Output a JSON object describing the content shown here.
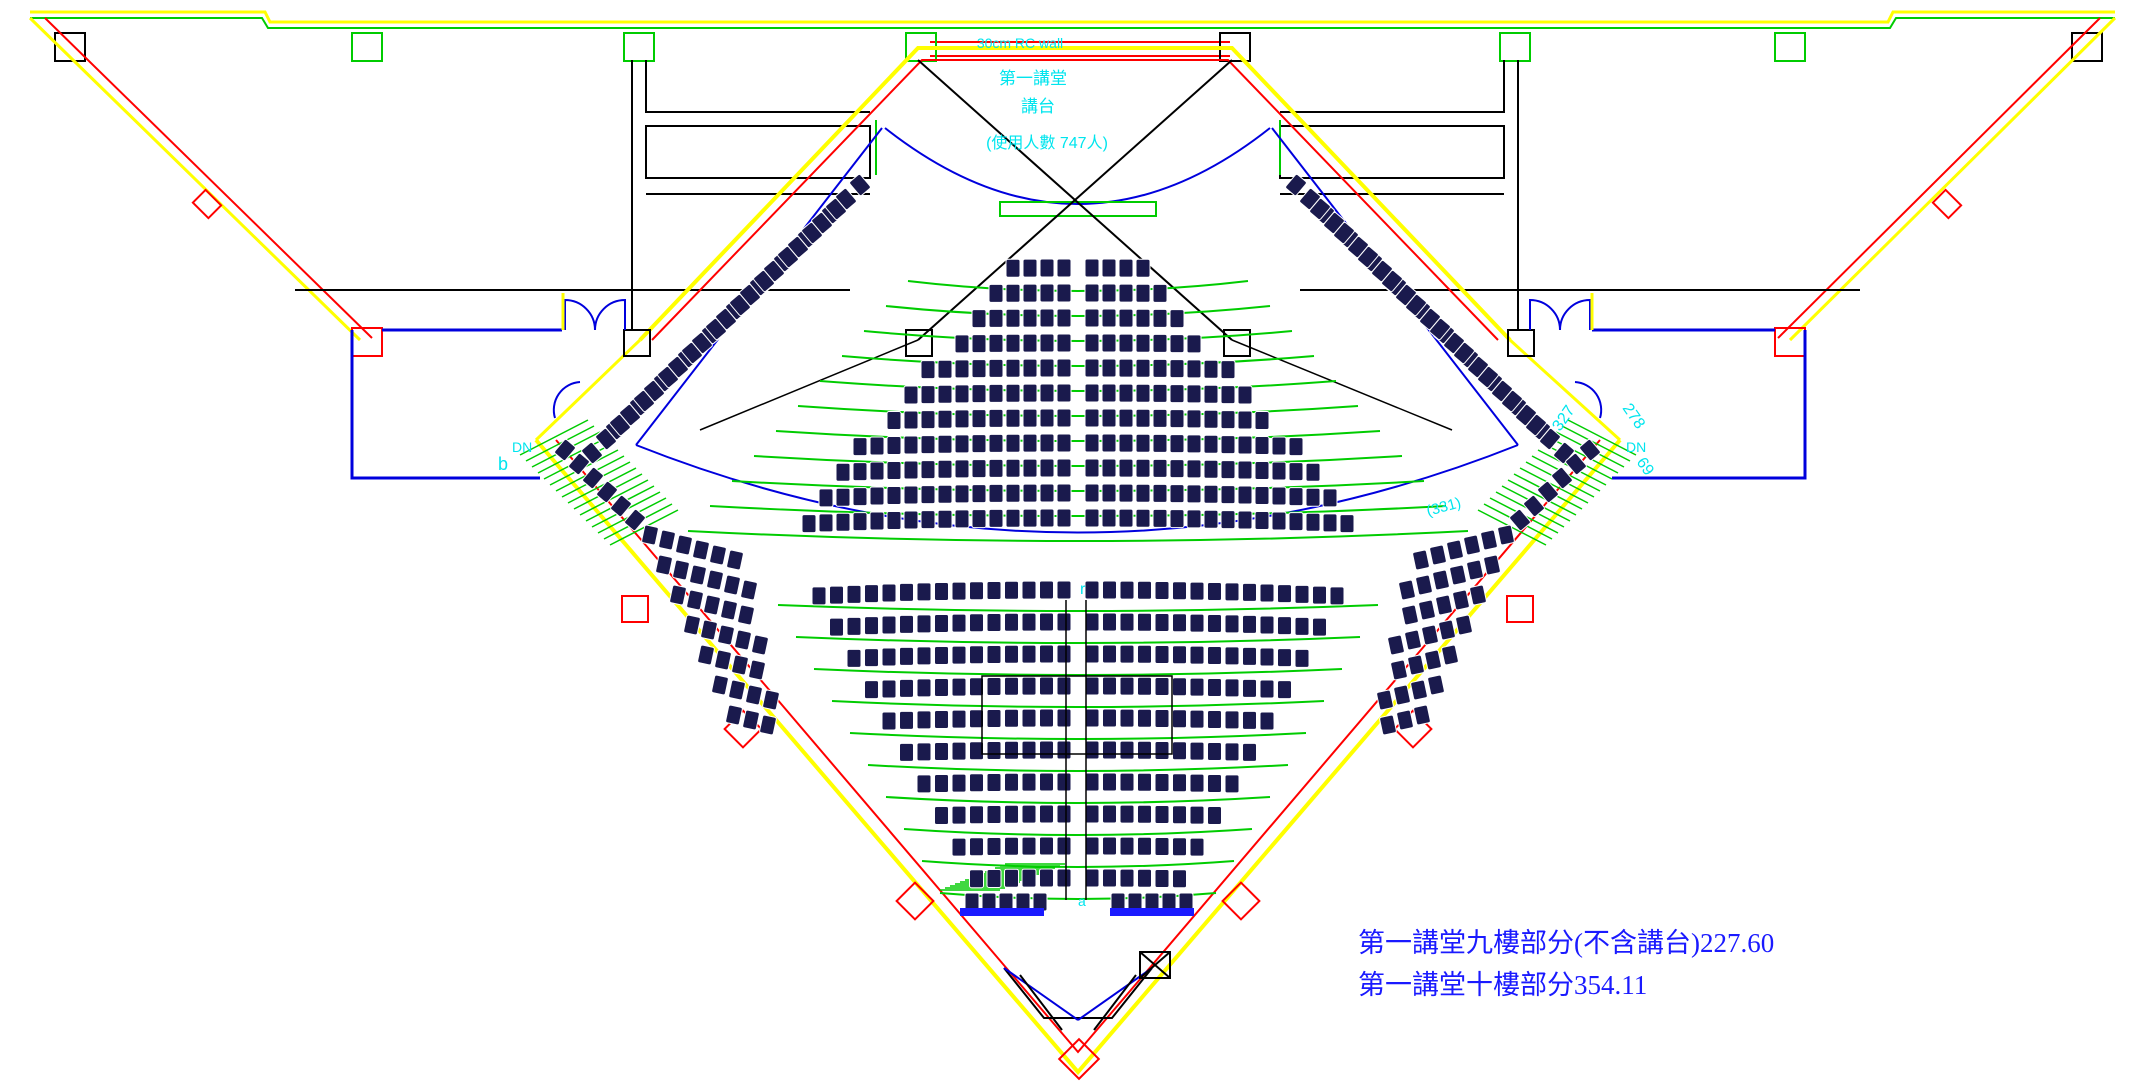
{
  "labels": {
    "wall_note": "30cm RC wall",
    "hall_name": "第一講堂",
    "stage": "講台",
    "capacity": "(使用人數 747人)",
    "dim_327": "327",
    "dim_278": "278",
    "dim_69": "69",
    "dim_331": "(331)",
    "dn_left": "DN",
    "dn_right": "DN",
    "mark_b": "b",
    "mark_r": "r",
    "mark_a": "a"
  },
  "notes": {
    "area_9f": "第一講堂九樓部分(不含講台)227.60",
    "area_10f": "第一講堂十樓部分354.11"
  },
  "colors": {
    "seat": "#1a1a4d",
    "tier_line": "#00cc00",
    "wall_yellow": "#ffff00",
    "wall_red": "#ff0000",
    "wall_blue": "#0000dd",
    "text_cyan": "#00e5ee",
    "line_black": "#000000"
  }
}
